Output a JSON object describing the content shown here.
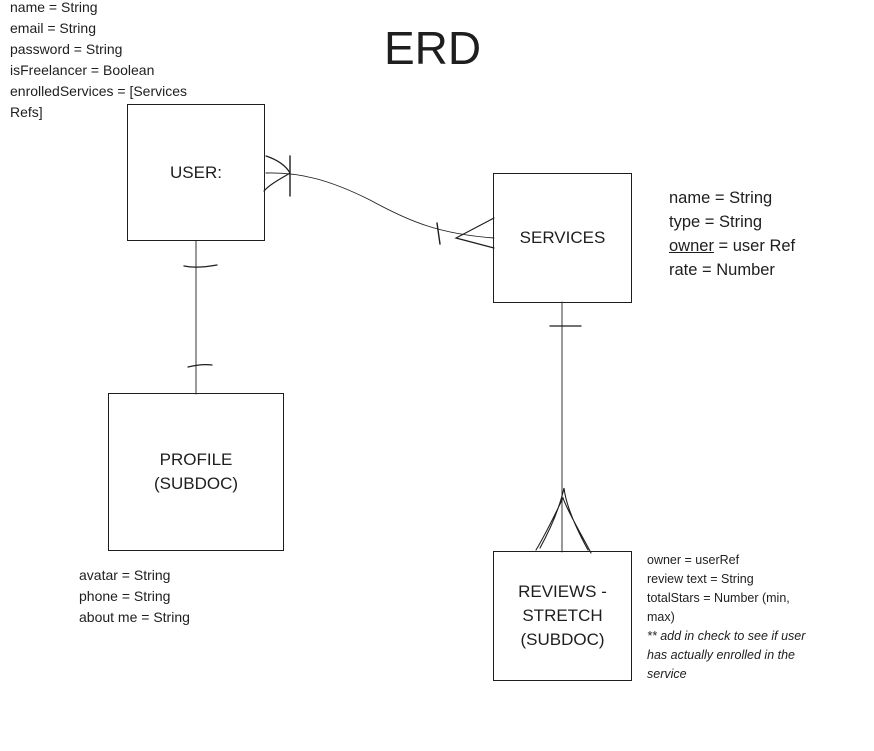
{
  "title": "ERD",
  "entities": {
    "user": "USER:",
    "services": "SERVICES",
    "profile": "PROFILE\n(SUBDOC)",
    "reviews": "REVIEWS -\nSTRETCH\n(SUBDOC)"
  },
  "user_fields": [
    "name = String",
    "email = String",
    "password = String",
    "isFreelancer = Boolean",
    "enrolledServices = [Services",
    "Refs]"
  ],
  "services_fields": {
    "line1": "name = String",
    "line2": "type = String",
    "line3_underlined": "owner",
    "line3_rest": " = user Ref",
    "line4": "rate = Number"
  },
  "profile_fields": [
    "avatar = String",
    "phone = String",
    "about me = String"
  ],
  "reviews_fields": {
    "lines": [
      "owner = userRef",
      "review text = String",
      "totalStars = Number (min,",
      "max)"
    ],
    "note_lines": [
      "** add in check to see if user",
      "has actually enrolled in the",
      "service"
    ]
  },
  "colors": {
    "ink": "#1e1e1e",
    "background": "#ffffff"
  }
}
